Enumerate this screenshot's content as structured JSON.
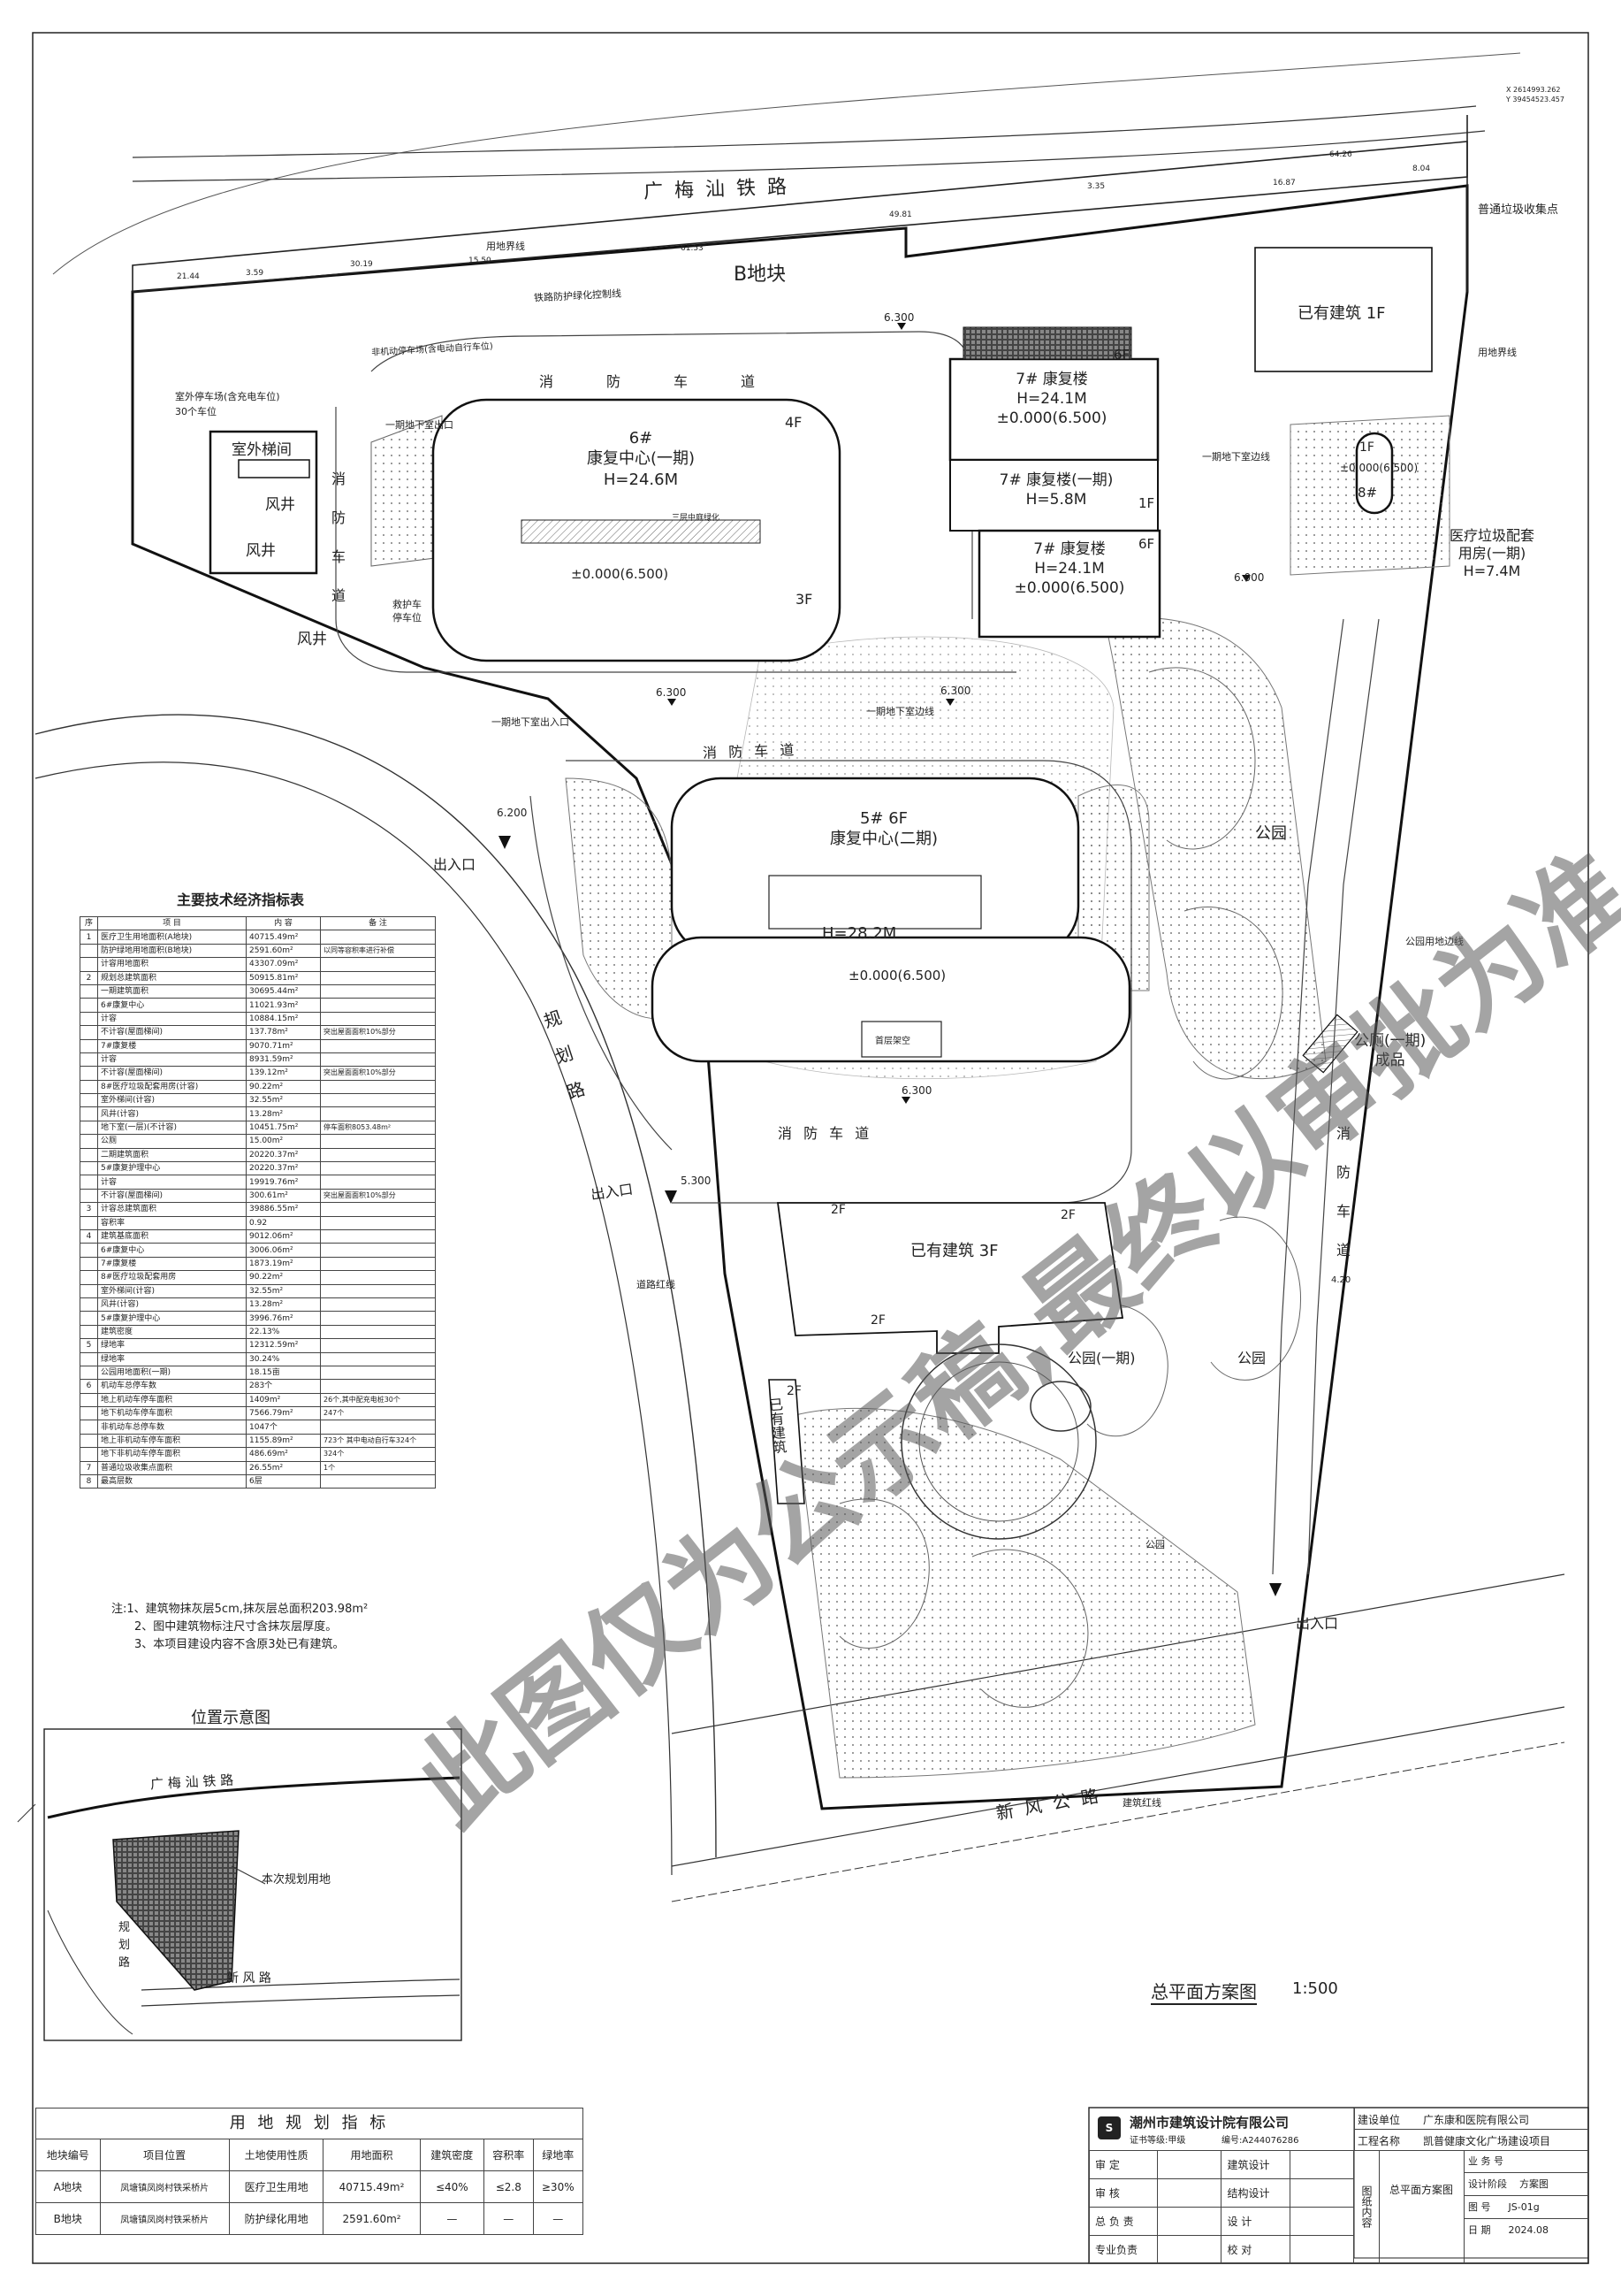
{
  "site": {
    "railway": "广 梅 汕 铁 路",
    "block_b": "B地块",
    "road_east": "新 风 公 路",
    "road_west": "规  划  路",
    "fire_lane": "消 防 车 道",
    "fire_lane_h": "消 防 车 道",
    "fire_lane_w": [
      "消",
      "防",
      "车",
      "道"
    ],
    "fire_lane_e": [
      "消",
      "防",
      "车",
      "道"
    ],
    "fire_lane_n": [
      "消",
      "防",
      "车",
      "道"
    ],
    "existing_north": "已有建筑 1F",
    "existing_center": "已有建筑 3F",
    "existing_west": "已有建筑",
    "bldg6_name": "6#",
    "bldg6_sub": "康复中心(一期)",
    "bldg6_h": "H=24.6M",
    "bldg6_floor": "4F",
    "bldg6_floor2": "3F",
    "bldg6_elev": "±0.000(6.500)",
    "bldg7a_name": "7# 康复楼",
    "bldg7a_h": "H=24.1M",
    "bldg7a_elev": "±0.000(6.500)",
    "bldg7a_floor": "6F",
    "bldg7b_name": "7# 康复楼(一期)",
    "bldg7b_h": "H=5.8M",
    "bldg7b_floor": "1F",
    "bldg7c_name": "7# 康复楼",
    "bldg7c_h": "H=24.1M",
    "bldg7c_elev": "±0.000(6.500)",
    "bldg7c_floor": "6F",
    "bldg8_name": "8#",
    "bldg8_floor": "1F",
    "bldg8_elev": "±0.000(6.500)",
    "bldg8_desc": "医疗垃圾配套\n用房(一期)\nH=7.4M",
    "bldg5_name": "5#    6F",
    "bldg5_sub": "康复中心(二期)",
    "bldg5_h": "H=28.2M",
    "bldg5_elev": "±0.000(6.500)",
    "stair_room": "室外梯间",
    "wind_well_1": "风井",
    "wind_well_2": "风井",
    "wind_well_3": "风井",
    "park_1": "公园",
    "park_2": "公园",
    "park_phase1": "公园(一期)",
    "park_3": "公园",
    "toilet": "公厕(一期)\n成品",
    "garbage_point": "普通垃圾收集点",
    "entry_1": "出入口",
    "entry_2": "出入口",
    "entry_3": "出入口",
    "underground_exit_1": "一期地下室出口",
    "underground_exit_2": "一期地下室出入口",
    "underground_line_1": "一期地下室边线",
    "underground_line_2": "一期地下室边线",
    "parking_outdoor": "室外停车场(含充电车位)\n30个车位",
    "rail_protection": "铁路防护绿化控制线",
    "motor_parking": "非机动停车场(含电动自行车位)",
    "land_line": "用地界线",
    "road_red_line": "道路红线",
    "building_red_line": "建筑红线",
    "park_land_line": "公园用地边线",
    "medical_land_line": "用地界线",
    "elev_6300a": "6.300",
    "elev_6300b": "6.300",
    "elev_6300c": "6.300",
    "elev_6300d": "6.300",
    "elev_6200": "6.200",
    "elev_6000": "6.000",
    "elev_5300": "5.300",
    "elev_4200": "4.20",
    "stair_court": "三层中庭绿化",
    "rescue": "救护车\n停车位",
    "roof_structure": "首层架空",
    "coords_ne": "X 2614993.262\nY 39454523.457",
    "dim_top": [
      "21.44",
      "3.59",
      "30.19",
      "15.50",
      "61.53",
      "49.81",
      "3.35",
      "16.87",
      "64.26",
      "8.04"
    ],
    "drawing_title": "总平面方案图",
    "drawing_scale": "1:500",
    "notes": [
      "注:1、建筑物抹灰层5cm,抹灰层总面积203.98m²",
      "2、图中建筑物标注尺寸含抹灰层厚度。",
      "3、本项目建设内容不含原3处已有建筑。"
    ],
    "location_title": "位置示意图",
    "location_railway": "广 梅 汕 铁 路",
    "location_site": "本次规划用地",
    "location_road_plan": "规\n划\n路",
    "location_road_xf": "新 风 路",
    "watermark_1": "此图仅为公示稿,最终以审批为准"
  },
  "tech_table": {
    "title": "主要技术经济指标表",
    "header": [
      "序",
      "项   目",
      "内  容",
      "备  注"
    ],
    "rows": [
      [
        "1",
        "医疗卫生用地面积(A地块)",
        "40715.49m²",
        ""
      ],
      [
        "",
        "防护绿地用地面积(B地块)",
        "2591.60m²",
        "以同等容积率进行补偿"
      ],
      [
        "",
        "计容用地面积",
        "43307.09m²",
        ""
      ],
      [
        "2",
        "规划总建筑面积",
        "50915.81m²",
        ""
      ],
      [
        "",
        "一期建筑面积",
        "30695.44m²",
        ""
      ],
      [
        "",
        "6#康复中心",
        "11021.93m²",
        ""
      ],
      [
        "",
        "计容",
        "10884.15m²",
        ""
      ],
      [
        "",
        "不计容(屋面梯间)",
        "137.78m²",
        "突出屋面面积10%部分"
      ],
      [
        "",
        "7#康复楼",
        "9070.71m²",
        ""
      ],
      [
        "",
        "计容",
        "8931.59m²",
        ""
      ],
      [
        "",
        "不计容(屋面梯间)",
        "139.12m²",
        "突出屋面面积10%部分"
      ],
      [
        "",
        "8#医疗垃圾配套用房(计容)",
        "90.22m²",
        ""
      ],
      [
        "",
        "室外梯间(计容)",
        "32.55m²",
        ""
      ],
      [
        "",
        "风井(计容)",
        "13.28m²",
        ""
      ],
      [
        "",
        "地下室(一层)(不计容)",
        "10451.75m²",
        "停车面积8053.48m²"
      ],
      [
        "",
        "公厕",
        "15.00m²",
        ""
      ],
      [
        "",
        "二期建筑面积",
        "20220.37m²",
        ""
      ],
      [
        "",
        "5#康复护理中心",
        "20220.37m²",
        ""
      ],
      [
        "",
        "计容",
        "19919.76m²",
        ""
      ],
      [
        "",
        "不计容(屋面梯间)",
        "300.61m²",
        "突出屋面面积10%部分"
      ],
      [
        "3",
        "计容总建筑面积",
        "39886.55m²",
        ""
      ],
      [
        "",
        "容积率",
        "0.92",
        ""
      ],
      [
        "4",
        "建筑基底面积",
        "9012.06m²",
        ""
      ],
      [
        "",
        "6#康复中心",
        "3006.06m²",
        ""
      ],
      [
        "",
        "7#康复楼",
        "1873.19m²",
        ""
      ],
      [
        "",
        "8#医疗垃圾配套用房",
        "90.22m²",
        ""
      ],
      [
        "",
        "室外梯间(计容)",
        "32.55m²",
        ""
      ],
      [
        "",
        "风井(计容)",
        "13.28m²",
        ""
      ],
      [
        "",
        "5#康复护理中心",
        "3996.76m²",
        ""
      ],
      [
        "",
        "建筑密度",
        "22.13%",
        ""
      ],
      [
        "5",
        "绿地率",
        "12312.59m²",
        ""
      ],
      [
        "",
        "绿地率",
        "30.24%",
        ""
      ],
      [
        "",
        "公园用地面积(一期)",
        "18.15亩",
        ""
      ],
      [
        "6",
        "机动车总停车数",
        "283个",
        ""
      ],
      [
        "",
        "地上机动车停车面积",
        "1409m²",
        "26个,其中配充电桩30个"
      ],
      [
        "",
        "地下机动车停车面积",
        "7566.79m²",
        "247个"
      ],
      [
        "",
        "非机动车总停车数",
        "1047个",
        ""
      ],
      [
        "",
        "地上非机动车停车面积",
        "1155.89m²",
        "723个 其中电动自行车324个"
      ],
      [
        "",
        "地下非机动车停车面积",
        "486.69m²",
        "324个"
      ],
      [
        "7",
        "普通垃圾收集点面积",
        "26.55m²",
        "1个"
      ],
      [
        "8",
        "最高层数",
        "6层",
        ""
      ]
    ]
  },
  "landuse": {
    "title": "用 地 规 划 指 标",
    "header": [
      "地块编号",
      "项目位置",
      "土地使用性质",
      "用地面积",
      "建筑密度",
      "容积率",
      "绿地率"
    ],
    "rows": [
      [
        "A地块",
        "凤塘镇凤岗村铁采桥片",
        "医疗卫生用地",
        "40715.49m²",
        "≤40%",
        "≤2.8",
        "≥30%"
      ],
      [
        "B地块",
        "凤塘镇凤岗村铁采桥片",
        "防护绿化用地",
        "2591.60m²",
        "—",
        "—",
        "—"
      ]
    ]
  },
  "titleblock": {
    "company": "潮州市建筑设计院有限公司",
    "cert": "证书等级:甲级",
    "cert_no": "编号:A244076286",
    "client_label": "建设单位",
    "client": "广东康和医院有限公司",
    "project_label": "工程名称",
    "project": "凯普健康文化广场建设项目",
    "rows": [
      [
        "审  定",
        "",
        "建筑设计",
        ""
      ],
      [
        "审  核",
        "",
        "结构设计",
        ""
      ],
      [
        "总 负 责",
        "",
        "设    计",
        ""
      ],
      [
        "专业负责",
        "",
        "校    对",
        ""
      ]
    ],
    "content_label": "图纸内容",
    "content": "总平面方案图",
    "job_no_label": "业 务 号",
    "stage_label": "设计阶段",
    "stage": "方案图",
    "drawing_no_label": "图  号",
    "drawing_no": "JS-01g",
    "date_label": "日  期",
    "date": "2024.08"
  }
}
